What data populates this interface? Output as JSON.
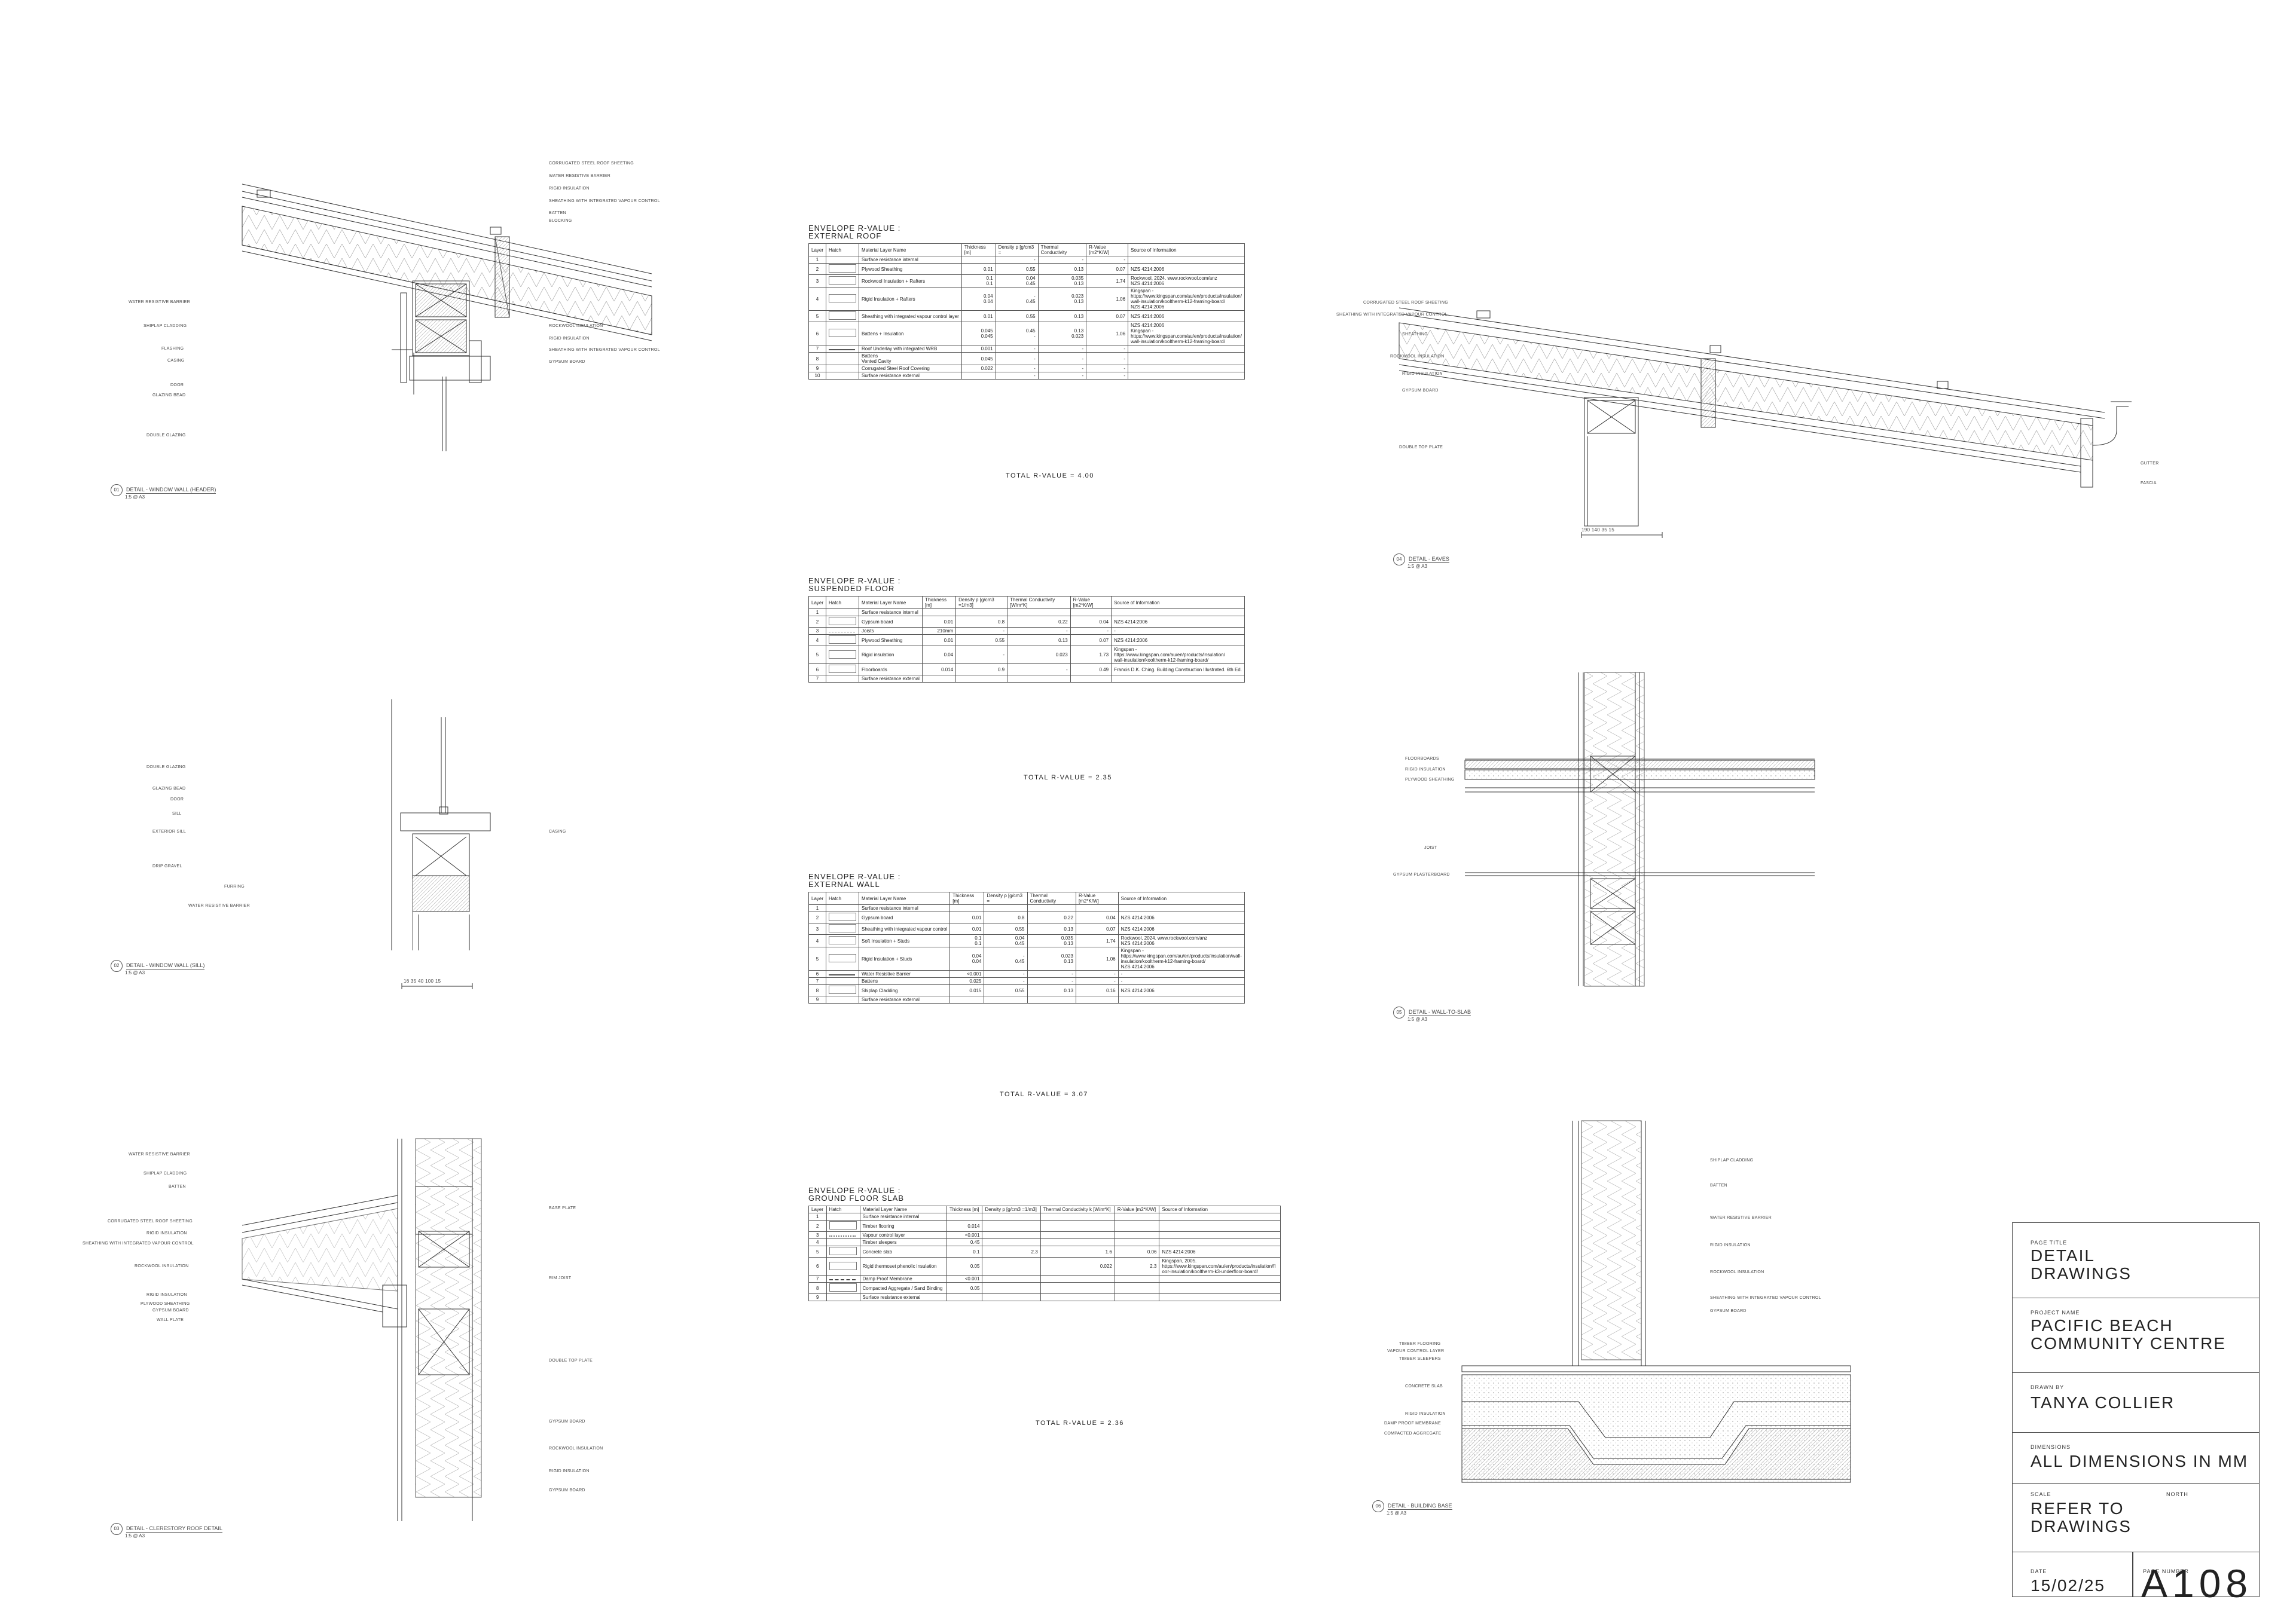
{
  "details": {
    "d1": {
      "num": "01",
      "title": "DETAIL - WINDOW WALL (HEADER)",
      "scale": "1:5 @ A3",
      "labels_left": [
        "WATER RESISTIVE BARRIER",
        "SHIPLAP CLADDING",
        "FLASHING",
        "CASING",
        "DOOR",
        "GLAZING BEAD",
        "DOUBLE GLAZING"
      ],
      "labels_right": [
        "CORRUGATED STEEL ROOF SHEETING",
        "WATER RESISTIVE BARRIER",
        "RIGID INSULATION",
        "SHEATHING WITH INTEGRATED VAPOUR CONTROL",
        "BATTEN",
        "BLOCKING",
        "ROCKWOOL INSULATION",
        "RIGID INSULATION",
        "SHEATHING WITH INTEGRATED VAPOUR CONTROL",
        "GYPSUM BOARD"
      ]
    },
    "d2": {
      "num": "02",
      "title": "DETAIL - WINDOW WALL (SILL)",
      "scale": "1:5 @ A3",
      "labels_left": [
        "DOUBLE GLAZING",
        "GLAZING BEAD",
        "DOOR",
        "SILL",
        "EXTERIOR SILL",
        "DRIP GRAVEL",
        "FURRING",
        "WATER RESISTIVE BARRIER"
      ],
      "labels_right": [
        "CASING"
      ],
      "dims": "16 35 40   100   15"
    },
    "d3": {
      "num": "03",
      "title": "DETAIL - CLERESTORY ROOF DETAIL",
      "scale": "1:5 @ A3",
      "labels_left": [
        "WATER RESISTIVE BARRIER",
        "SHIPLAP CLADDING",
        "BATTEN",
        "CORRUGATED STEEL ROOF SHEETING",
        "RIGID INSULATION",
        "SHEATHING WITH INTEGRATED VAPOUR CONTROL",
        "ROCKWOOL INSULATION",
        "RIGID INSULATION",
        "PLYWOOD SHEATHING",
        "GYPSUM BOARD",
        "WALL PLATE"
      ],
      "labels_right": [
        "BASE PLATE",
        "RIM JOIST",
        "DOUBLE TOP PLATE",
        "GYPSUM BOARD",
        "ROCKWOOL INSULATION",
        "RIGID INSULATION",
        "GYPSUM BOARD"
      ]
    },
    "d4": {
      "num": "04",
      "title": "DETAIL - EAVES",
      "scale": "1:5 @ A3",
      "labels_left": [
        "CORRUGATED STEEL ROOF SHEETING",
        "SHEATHING WITH INTEGRATED VAPOUR CONTROL",
        "SHEATHING",
        "ROCKWOOL INSULATION",
        "RIGID INSULATION",
        "GYPSUM BOARD",
        "DOUBLE TOP PLATE"
      ],
      "labels_right": [
        "GUTTER",
        "FASCIA"
      ],
      "dims": "190    140    35  15"
    },
    "d5": {
      "num": "05",
      "title": "DETAIL - WALL-TO-SLAB",
      "scale": "1:5 @ A3",
      "labels_left": [
        "FLOORBOARDS",
        "RIGID INSULATION",
        "PLYWOOD SHEATHING",
        "JOIST",
        "GYPSUM PLASTERBOARD"
      ]
    },
    "d6": {
      "num": "06",
      "title": "DETAIL - BUILDING BASE",
      "scale": "1:5 @ A3",
      "labels_left": [
        "TIMBER FLOORING",
        "VAPOUR CONTROL LAYER",
        "TIMBER SLEEPERS",
        "CONCRETE SLAB",
        "RIGID INSULATION",
        "DAMP PROOF MEMBRANE",
        "COMPACTED AGGREGATE"
      ],
      "labels_right": [
        "SHIPLAP CLADDING",
        "BATTEN",
        "WATER RESISTIVE BARRIER",
        "RIGID INSULATION",
        "ROCKWOOL INSULATION",
        "SHEATHING WITH INTEGRATED VAPOUR CONTROL",
        "GYPSUM BOARD"
      ]
    }
  },
  "tables": {
    "roof": {
      "title1": "ENVELOPE R-VALUE :",
      "title2": "EXTERNAL ROOF",
      "headers": [
        "Layer",
        "Hatch",
        "Material Layer Name",
        "Thickness [m]",
        "Density p [g/cm3 =",
        "Thermal Conductivity",
        "R-Value [m2*K/W]",
        "Source of Information"
      ],
      "rows": [
        [
          "1",
          "",
          "Surface resistance internal",
          "",
          "-",
          "-",
          "-",
          ""
        ],
        [
          "2",
          "h",
          "Plywood Sheathing",
          "0.01",
          "0.55",
          "0.13",
          "0.07",
          "NZS 4214:2006"
        ],
        [
          "3",
          "h",
          "Rockwool Insulation + Rafters",
          "0.1\n0.1",
          "0.04\n0.45",
          "0.035\n0.13",
          "1.74",
          "Rockwool, 2024. www.rockwool.com/anz\nNZS 4214:2006"
        ],
        [
          "4",
          "h",
          "Rigid Insulation + Rafters",
          "0.04\n0.04",
          "-\n0.45",
          "0.023\n0.13",
          "1.06",
          "Kingspan -\nhttps://www.kingspan.com/au/en/products/insulation/\nwall-insulation/kooltherm-k12-framing-board/\nNZS 4214:2006"
        ],
        [
          "5",
          "h",
          "Sheathing with integrated vapour control layer",
          "0.01",
          "0.55",
          "0.13",
          "0.07",
          "NZS 4214:2006"
        ],
        [
          "6",
          "h",
          "Battens + Insulation",
          "0.045\n0.045",
          "0.45\n-",
          "0.13\n0.023",
          "1.06",
          "NZS 4214:2006\nKingspan -\nhttps://www.kingspan.com/au/en/products/insulation/\nwall-insulation/kooltherm-k12-framing-board/"
        ],
        [
          "7",
          "line",
          "Roof Underlay with integrated WRB",
          "0.001",
          "-",
          "-",
          "-",
          ""
        ],
        [
          "8",
          "",
          "Battens\nVented Cavity",
          "0.045",
          "-",
          "-",
          "-",
          ""
        ],
        [
          "9",
          "",
          "Corrugated Steel Roof Covering",
          "0.022",
          "-",
          "-",
          "-",
          ""
        ],
        [
          "10",
          "",
          "Surface resistance external",
          "",
          "-",
          "-",
          "-",
          ""
        ]
      ],
      "total": "TOTAL R-VALUE = 4.00"
    },
    "floor": {
      "title1": "ENVELOPE R-VALUE :",
      "title2": "SUSPENDED FLOOR",
      "headers": [
        "Layer",
        "Hatch",
        "Material Layer Name",
        "Thickness [m]",
        "Density p [g/cm3 =1/m3]",
        "Thermal Conductivity [W/m*K]",
        "R-Value [m2*K/W]",
        "Source of Information"
      ],
      "rows": [
        [
          "1",
          "",
          "Surface resistance internal",
          "",
          "",
          "",
          "",
          ""
        ],
        [
          "2",
          "h",
          "Gypsum board",
          "0.01",
          "0.8",
          "0.22",
          "0.04",
          "NZS 4214:2006"
        ],
        [
          "3",
          "dash",
          "Joists",
          "210mm",
          "-",
          "-",
          "-",
          "-"
        ],
        [
          "4",
          "h",
          "Plywood Sheathing",
          "0.01",
          "0.55",
          "0.13",
          "0.07",
          "NZS 4214:2006"
        ],
        [
          "5",
          "h",
          "Rigid insulation",
          "0.04",
          "-",
          "0.023",
          "1.73",
          "Kingspan -\nhttps://www.kingspan.com/au/en/products/insulation/\nwall-insulation/kooltherm-k12-framing-board/"
        ],
        [
          "6",
          "h",
          "Floorboards",
          "0.014",
          "0.9",
          "-",
          "0.49",
          "Francis D.K. Ching. Building Construction Illustrated. 6th Ed."
        ],
        [
          "7",
          "",
          "Surface resistance external",
          "",
          "",
          "",
          "",
          ""
        ]
      ],
      "total": "TOTAL R-VALUE = 2.35"
    },
    "wall": {
      "title1": "ENVELOPE R-VALUE :",
      "title2": "EXTERNAL WALL",
      "headers": [
        "Layer",
        "Hatch",
        "Material Layer Name",
        "Thickness [m]",
        "Density p [g/cm3 =",
        "Thermal Conductivity",
        "R-Value [m2*K/W]",
        "Source of Information"
      ],
      "rows": [
        [
          "1",
          "",
          "Surface resistance internal",
          "",
          "",
          "",
          "",
          ""
        ],
        [
          "2",
          "h",
          "Gypsum board",
          "0.01",
          "0.8",
          "0.22",
          "0.04",
          "NZS 4214:2006"
        ],
        [
          "3",
          "h",
          "Sheathing with integrated vapour control",
          "0.01",
          "0.55",
          "0.13",
          "0.07",
          "NZS 4214:2006"
        ],
        [
          "4",
          "h",
          "Soft Insulation + Studs",
          "0.1\n0.1",
          "0.04\n0.45",
          "0.035\n0.13",
          "1.74",
          "Rockwool, 2024. www.rockwool.com/anz\nNZS 4214:2006"
        ],
        [
          "5",
          "h",
          "Rigid Insulation + Studs",
          "0.04\n0.04",
          "-\n0.45",
          "0.023\n0.13",
          "1.06",
          "Kingspan -\nhttps://www.kingspan.com/au/en/products/insulation/wall-\ninsulation/kooltherm-k12-framing-board/\nNZS 4214:2006"
        ],
        [
          "6",
          "line",
          "Water Resistive Barrier",
          "<0.001",
          "-",
          "-",
          "-",
          "-"
        ],
        [
          "7",
          "",
          "Battens",
          "0.025",
          "-",
          "-",
          "-",
          "-"
        ],
        [
          "8",
          "h",
          "Shiplap Cladding",
          "0.015",
          "0.55",
          "0.13",
          "0.16",
          "NZS 4214:2006"
        ],
        [
          "9",
          "",
          "Surface resistance external",
          "",
          "",
          "",
          "",
          ""
        ]
      ],
      "total": "TOTAL R-VALUE = 3.07"
    },
    "slab": {
      "title1": "ENVELOPE R-VALUE :",
      "title2": "GROUND FLOOR SLAB",
      "headers": [
        "Layer",
        "Hatch",
        "Material Layer Name",
        "Thickness [m]",
        "Density p [g/cm3 =1/m3]",
        "Thermal Conductivity k [W/m*K]",
        "R-Value [m2*K/W]",
        "Source of Information"
      ],
      "rows": [
        [
          "1",
          "",
          "Surface resistance internal",
          "",
          "",
          "",
          "",
          ""
        ],
        [
          "2",
          "h",
          "Timber flooring",
          "0.014",
          "",
          "",
          "",
          ""
        ],
        [
          "3",
          "dots",
          "Vapour control layer",
          "<0.001",
          "",
          "",
          "",
          ""
        ],
        [
          "4",
          "",
          "Timber sleepers",
          "0.45",
          "",
          "",
          "",
          ""
        ],
        [
          "5",
          "h",
          "Concrete slab",
          "0.1",
          "2.3",
          "1.6",
          "0.06",
          "NZS 4214:2006"
        ],
        [
          "6",
          "h",
          "Rigid thermoset phenolic insulation",
          "0.05",
          "",
          "0.022",
          "2.3",
          "Kingspan, 2005.\nhttps://www.kingspan.com/au/en/products/insulation/fl\noor-insulation/kooltherm-k3-underfloor-board/"
        ],
        [
          "7",
          "dashline",
          "Damp Proof Membrane",
          "<0.001",
          "",
          "",
          "",
          ""
        ],
        [
          "8",
          "h",
          "Compacted Aggregate / Sand Binding",
          "0.05",
          "",
          "",
          "",
          ""
        ],
        [
          "9",
          "",
          "Surface resistance external",
          "",
          "",
          "",
          "",
          ""
        ]
      ],
      "total": "TOTAL R-VALUE = 2.36"
    }
  },
  "titleblock": {
    "page_title_key": "PAGE TITLE",
    "page_title": "DETAIL\nDRAWINGS",
    "project_key": "PROJECT NAME",
    "project": "PACIFIC BEACH\nCOMMUNITY CENTRE",
    "drawn_key": "DRAWN BY",
    "drawn": "TANYA COLLIER",
    "dim_key": "DIMENSIONS",
    "dim": "ALL DIMENSIONS IN MM",
    "scale_key": "SCALE",
    "scale": "REFER TO\nDRAWINGS",
    "north_key": "NORTH",
    "date_key": "DATE",
    "date": "15/02/25",
    "page_key": "PAGE NUMBER",
    "page": "A108"
  }
}
